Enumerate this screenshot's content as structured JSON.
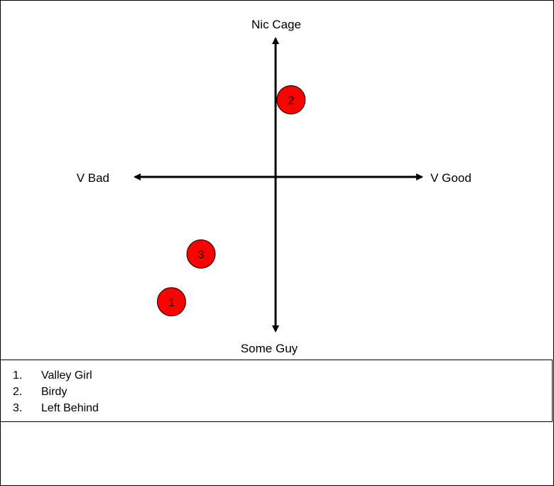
{
  "chart_data": {
    "type": "scatter",
    "axis_labels": {
      "top": "Nic Cage",
      "bottom": "Some Guy",
      "left": "V Bad",
      "right": "V Good"
    },
    "xlim": [
      -1,
      1
    ],
    "ylim": [
      -1,
      1
    ],
    "grid": false,
    "point_color": "#ff0000",
    "points": [
      {
        "label": "1",
        "x": -0.74,
        "y": -0.81
      },
      {
        "label": "2",
        "x": 0.11,
        "y": 0.5
      },
      {
        "label": "3",
        "x": -0.53,
        "y": -0.5
      }
    ]
  },
  "legend": {
    "items": [
      {
        "number": "1.",
        "label": "Valley Girl"
      },
      {
        "number": "2.",
        "label": "Birdy"
      },
      {
        "number": "3.",
        "label": "Left Behind"
      }
    ]
  }
}
